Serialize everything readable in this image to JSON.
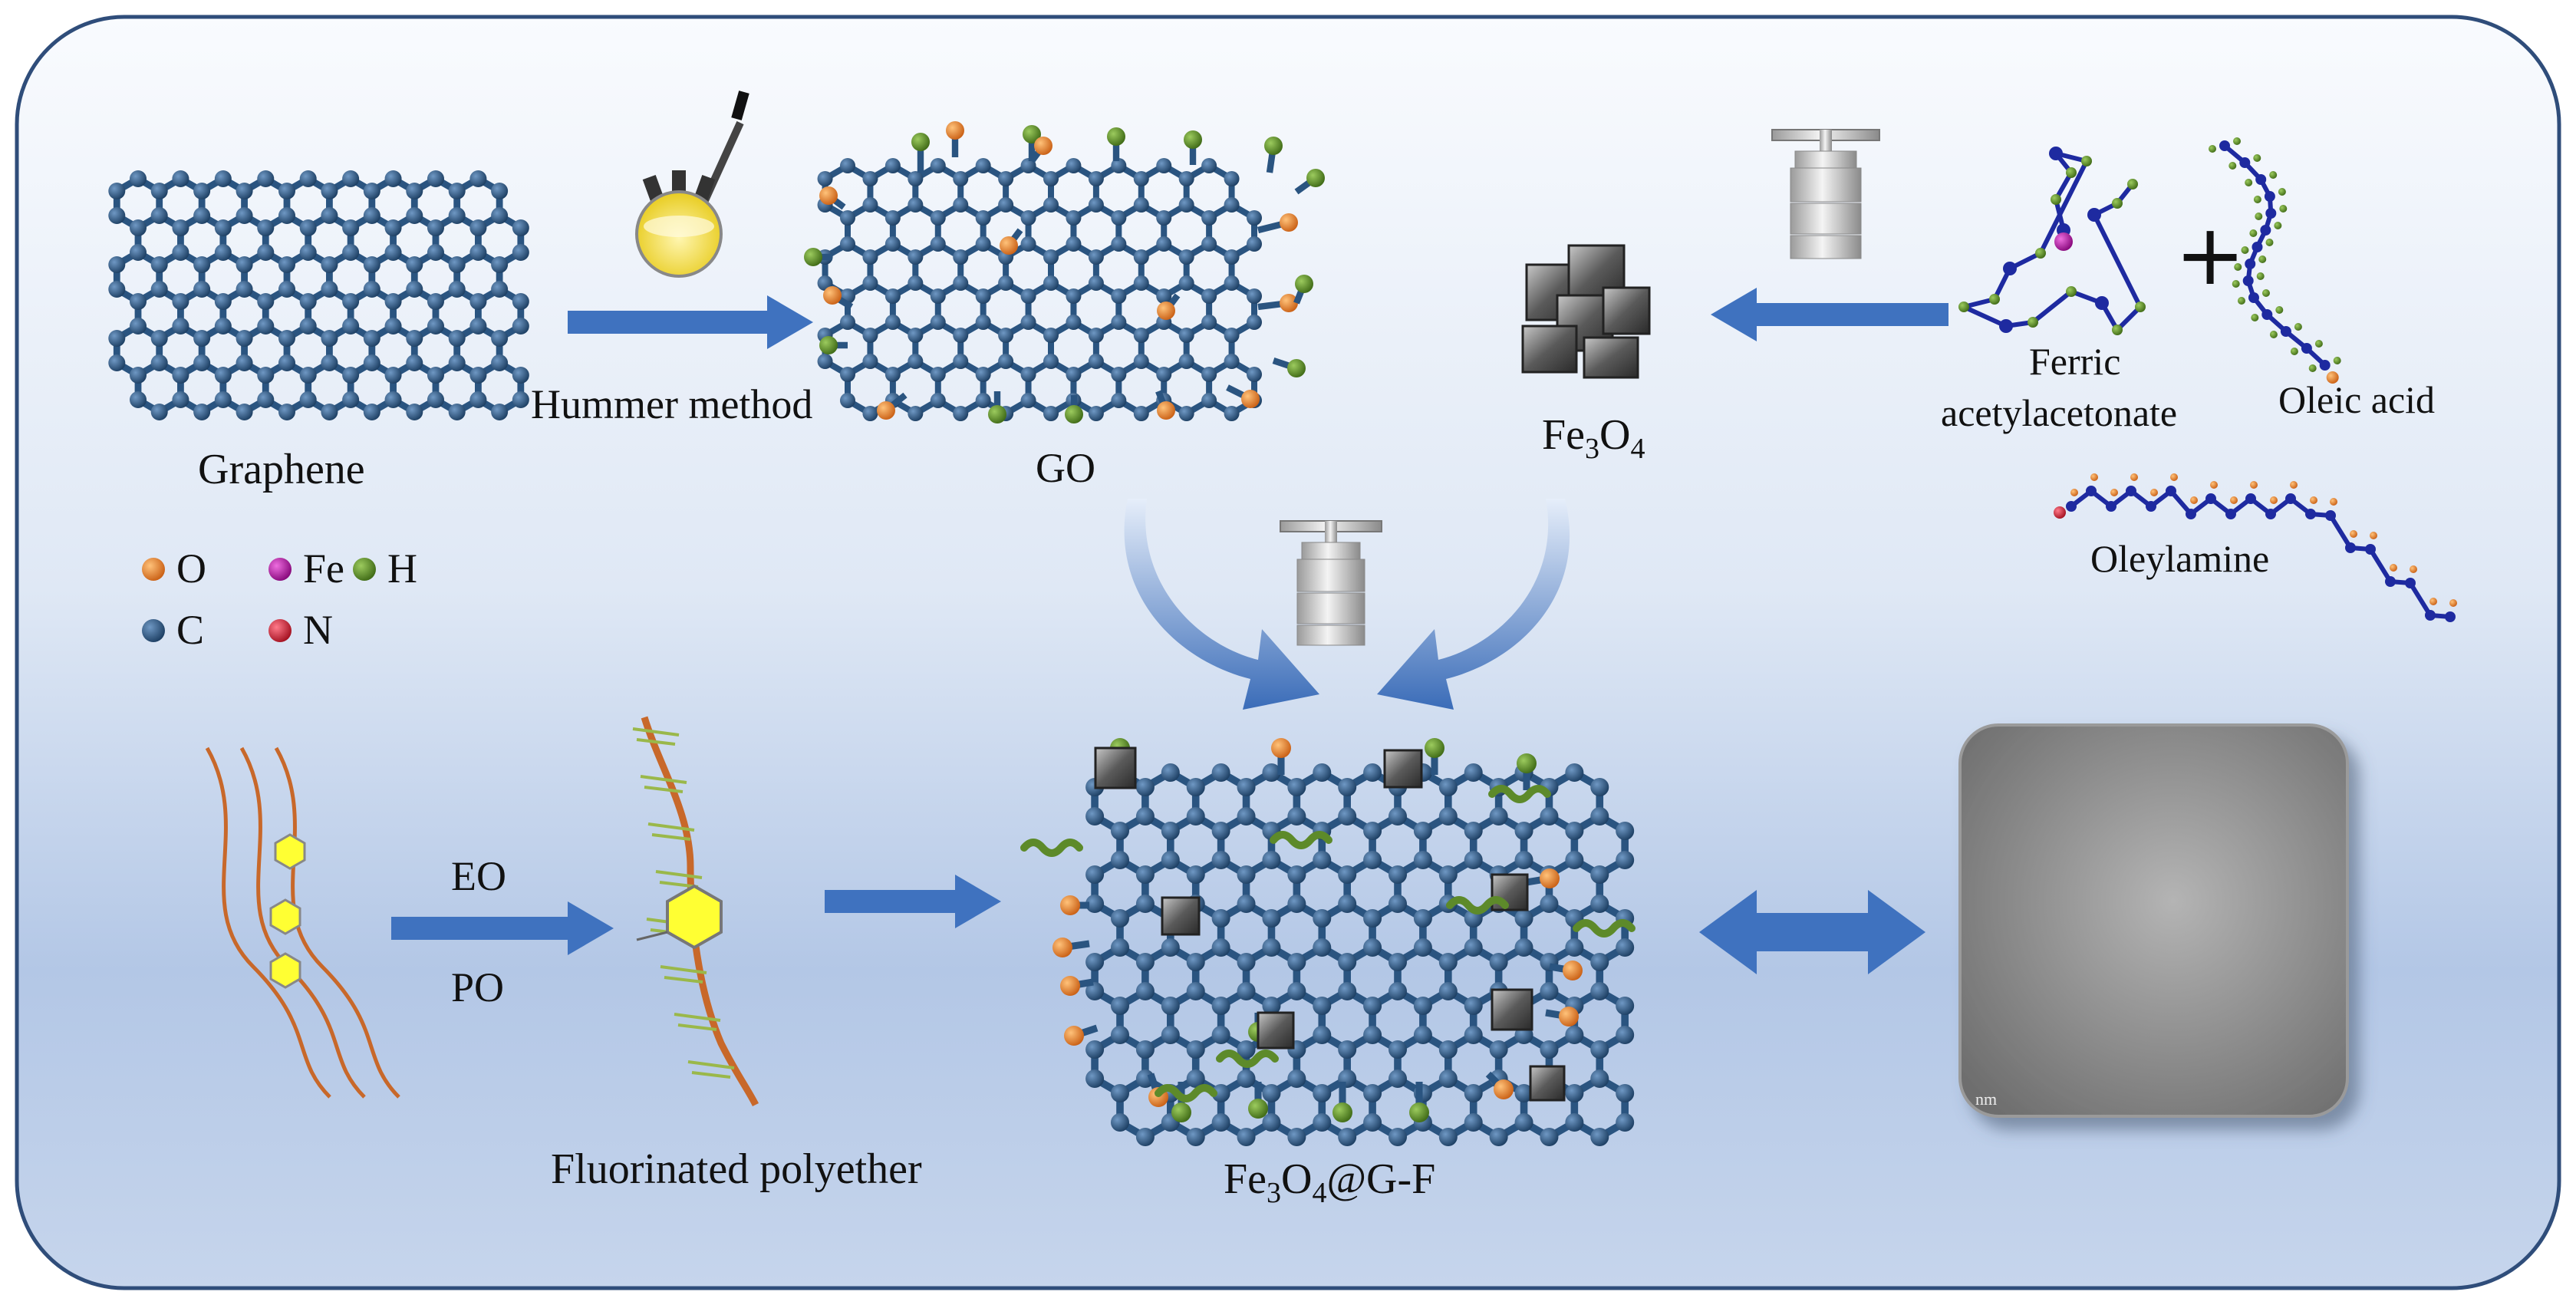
{
  "labels": {
    "graphene": "Graphene",
    "hummer": "Hummer method",
    "go": "GO",
    "fe3o4_main": "Fe",
    "fe3o4_sub3": "3",
    "fe3o4_o": "O",
    "fe3o4_sub4": "4",
    "ferric_line1": "Ferric",
    "ferric_line2": "acetylacetonate",
    "oleic": "Oleic acid",
    "oleylamine": "Oleylamine",
    "eo": "EO",
    "po": "PO",
    "fluorinated": "Fluorinated polyether",
    "composite_suffix": "@G-F",
    "plus": "+",
    "tem_scale": "nm"
  },
  "legend": [
    {
      "symbol": "O",
      "color": "#e8822a"
    },
    {
      "symbol": "Fe",
      "color": "#b0109f"
    },
    {
      "symbol": "H",
      "color": "#5d8a2a"
    },
    {
      "symbol": "C",
      "color": "#24507a"
    },
    {
      "symbol": "N",
      "color": "#d0213a"
    }
  ],
  "colors": {
    "carbon": "#2a5480",
    "oxygen": "#e8822a",
    "hydrogen": "#5d8a2a",
    "arrow": "#3f72bf",
    "frame": "#2f4d7a",
    "chain": "#c8682a"
  }
}
